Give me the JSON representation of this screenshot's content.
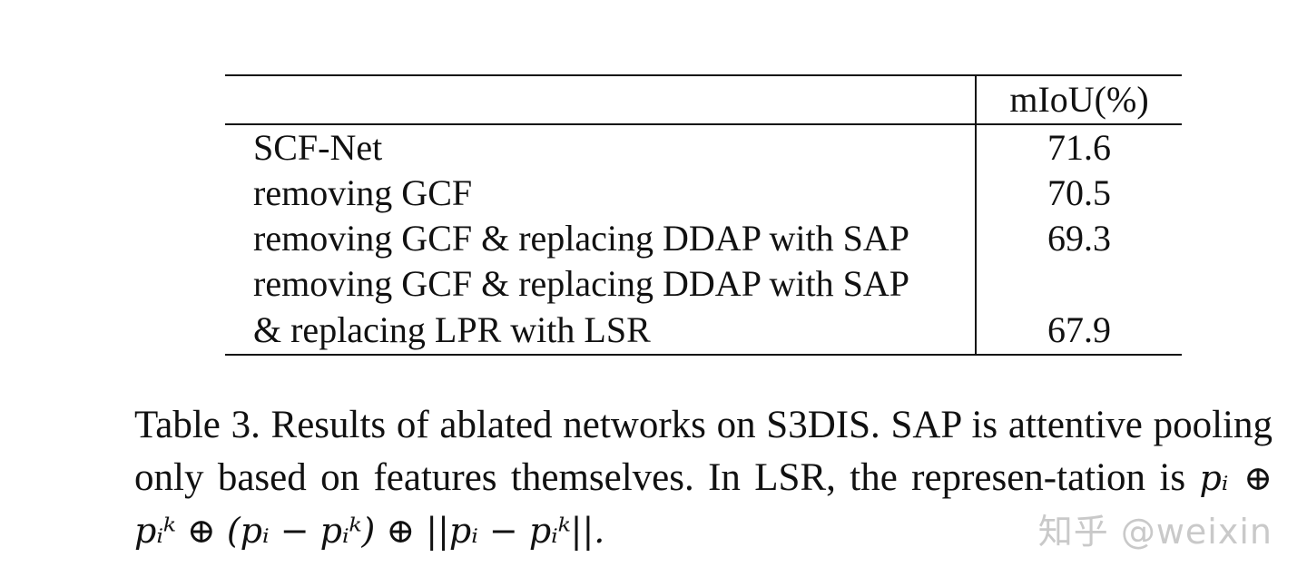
{
  "table": {
    "header": {
      "method": "",
      "score": "mIoU(%)"
    },
    "rows": [
      {
        "method_lines": [
          "SCF-Net"
        ],
        "score": "71.6",
        "bold": true
      },
      {
        "method_lines": [
          "removing GCF"
        ],
        "score": "70.5",
        "bold": false
      },
      {
        "method_lines": [
          "removing GCF & replacing DDAP with SAP"
        ],
        "score": "69.3",
        "bold": false
      },
      {
        "method_lines": [
          "removing GCF & replacing DDAP with SAP",
          "& replacing LPR with LSR"
        ],
        "score": "67.9",
        "bold": false
      }
    ]
  },
  "caption": {
    "text": "Table 3. Results of ablated networks on S3DIS. SAP is attentive pooling only based on features themselves. In LSR, the represen-tation is ",
    "formula": "pᵢ ⊕ pᵢᵏ ⊕ (pᵢ − pᵢᵏ) ⊕ ||pᵢ − pᵢᵏ||."
  },
  "watermark": "知乎 @weixin"
}
